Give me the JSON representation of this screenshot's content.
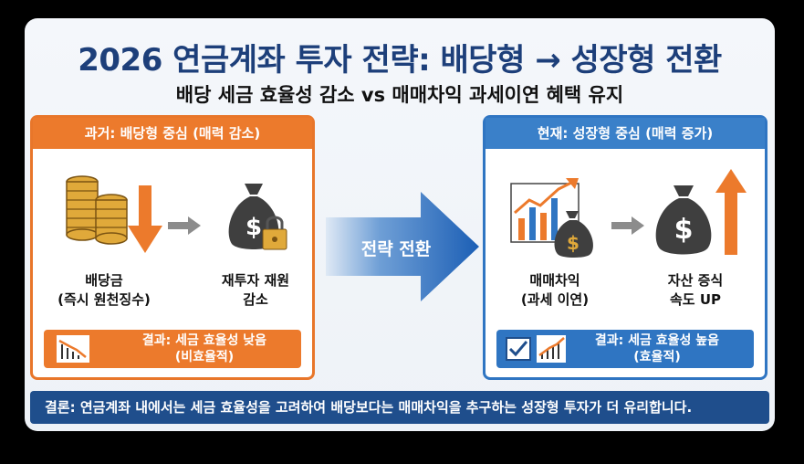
{
  "header": {
    "title": "2026 연금계좌 투자 전략: 배당형 → 성장형 전환",
    "subtitle": "배당 세금 효율성 감소 vs 매매차익 과세이연 혜택 유지"
  },
  "left_panel": {
    "heading": "과거: 배당형 중심 (매력 감소)",
    "item1_line1": "배당금",
    "item1_line2": "(즉시 원천징수)",
    "item2_line1": "재투자 재원",
    "item2_line2": "감소",
    "result_line1": "결과: 세금 효율성 낮음",
    "result_line2": "(비효율적)"
  },
  "center_arrow": {
    "label": "전략 전환"
  },
  "right_panel": {
    "heading": "현재: 성장형 중심 (매력 증가)",
    "item1_line1": "매매차익",
    "item1_line2": "(과세 이연)",
    "item2_line1": "자산 증식",
    "item2_line2": "속도 UP",
    "result_line1": "결과: 세금 효율성 높음",
    "result_line2": "(효율적)"
  },
  "conclusion": "결론: 연금계좌 내에서는 세금 효율성을 고려하여 배당보다는 매매차익을 추구하는 성장형 투자가 더 유리합니다.",
  "colors": {
    "orange": "#ec7a2c",
    "blue": "#2f75c2",
    "navy": "#1f4e8c",
    "title": "#1d3f7a"
  },
  "icons": [
    "coin-stack-icon",
    "down-arrow-icon",
    "money-bag-lock-icon",
    "growth-chart-icon",
    "money-bag-icon",
    "up-arrow-icon",
    "checkbox-icon",
    "declining-chart-icon"
  ]
}
